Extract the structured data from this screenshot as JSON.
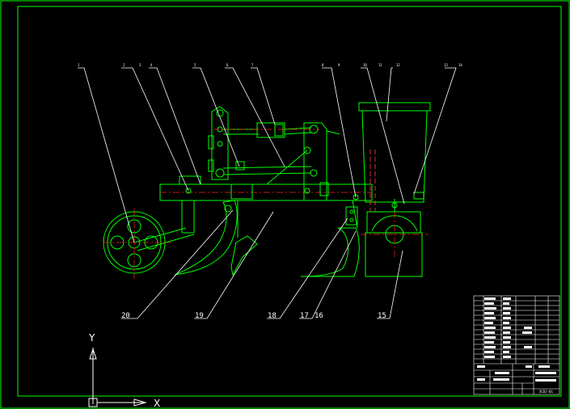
{
  "callouts_bottom": [
    "20",
    "19",
    "18",
    "17",
    "16",
    "15"
  ],
  "callouts_top": [
    "1",
    "2",
    "3",
    "4",
    "5",
    "6",
    "7",
    "8",
    "9",
    "10",
    "11",
    "12",
    "13",
    "14"
  ],
  "axes": {
    "y_label": "Y",
    "x_label": "X"
  },
  "title_block": {
    "part_number": "SCDJ-01"
  },
  "colors": {
    "background": "#000000",
    "border": "#00ff00",
    "drawing": "#00ff00",
    "centerline": "#ff2020",
    "leader": "#ffffff",
    "hidden": "#ff4040"
  }
}
